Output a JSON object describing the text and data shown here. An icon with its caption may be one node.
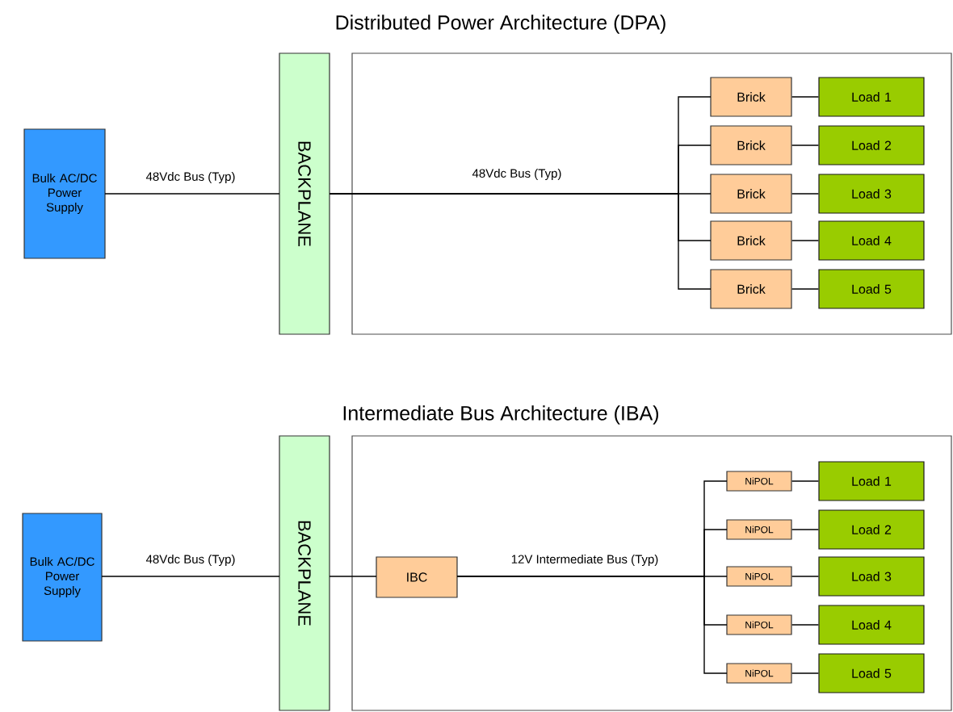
{
  "diagram": {
    "nodes": [
      {
        "text": [
          "Bulk AC/DC Power Supply"
        ]
      },
      {
        "text": [
          "BACKPLANE"
        ]
      },
      {
        "text": [
          "Distributed Power Architecture (DPA)"
        ]
      },
      {
        "text": [
          "Brick"
        ],
        "in": 2
      },
      {
        "text": [
          "Brick"
        ],
        "in": 2
      },
      {
        "text": [
          "Brick"
        ],
        "in": 2
      },
      {
        "text": [
          "Brick"
        ],
        "in": 2
      },
      {
        "text": [
          "Brick"
        ],
        "in": 2
      },
      {
        "text": [
          "Load 1"
        ],
        "in": 2
      },
      {
        "text": [
          "Load 2"
        ],
        "in": 2
      },
      {
        "text": [
          "Load 3"
        ],
        "in": 2
      },
      {
        "text": [
          "Load 4"
        ],
        "in": 2
      },
      {
        "text": [
          "Load 5"
        ],
        "in": 2
      },
      {
        "text": [
          "Bulk AC/DC Power Supply"
        ]
      },
      {
        "text": [
          "BACKPLANE"
        ]
      },
      {
        "text": [
          "Intermediate Bus Architecture (IBA)"
        ]
      },
      {
        "text": [
          "IBC"
        ],
        "in": 15
      },
      {
        "text": [
          "NiPOL"
        ],
        "in": 15
      },
      {
        "text": [
          "NiPOL"
        ],
        "in": 15
      },
      {
        "text": [
          "NiPOL"
        ],
        "in": 15
      },
      {
        "text": [
          "NiPOL"
        ],
        "in": 15
      },
      {
        "text": [
          "NiPOL"
        ],
        "in": 15
      },
      {
        "text": [
          "Load 1"
        ],
        "in": 15
      },
      {
        "text": [
          "Load 2"
        ],
        "in": 15
      },
      {
        "text": [
          "Load 3"
        ],
        "in": 15
      },
      {
        "text": [
          "Load 4"
        ],
        "in": 15
      },
      {
        "text": [
          "Load 5"
        ],
        "in": 15
      }
    ],
    "edges": [
      {
        "from": 0,
        "to": 1,
        "arrow": "none",
        "label": "48Vdc Bus (Typ)"
      },
      {
        "from": 1,
        "to": 3,
        "arrow": "none"
      },
      {
        "from": 1,
        "to": 4,
        "arrow": "none"
      },
      {
        "from": 1,
        "to": 5,
        "arrow": "none",
        "label": "48Vdc Bus (Typ)"
      },
      {
        "from": 1,
        "to": 6,
        "arrow": "none"
      },
      {
        "from": 1,
        "to": 7,
        "arrow": "none"
      },
      {
        "from": 3,
        "to": 8,
        "arrow": "none"
      },
      {
        "from": 4,
        "to": 9,
        "arrow": "none"
      },
      {
        "from": 5,
        "to": 10,
        "arrow": "none"
      },
      {
        "from": 6,
        "to": 11,
        "arrow": "none"
      },
      {
        "from": 7,
        "to": 12,
        "arrow": "none"
      },
      {
        "from": 13,
        "to": 14,
        "arrow": "none",
        "label": "48Vdc Bus (Typ)"
      },
      {
        "from": 14,
        "to": 16,
        "arrow": "none"
      },
      {
        "from": 16,
        "to": 17,
        "arrow": "none"
      },
      {
        "from": 16,
        "to": 18,
        "arrow": "none"
      },
      {
        "from": 16,
        "to": 19,
        "arrow": "none",
        "label": "12V Intermediate Bus (Typ)"
      },
      {
        "from": 16,
        "to": 20,
        "arrow": "none"
      },
      {
        "from": 16,
        "to": 21,
        "arrow": "none"
      },
      {
        "from": 17,
        "to": 22,
        "arrow": "none"
      },
      {
        "from": 18,
        "to": 23,
        "arrow": "none"
      },
      {
        "from": 19,
        "to": 24,
        "arrow": "none"
      },
      {
        "from": 20,
        "to": 25,
        "arrow": "none"
      },
      {
        "from": 21,
        "to": 26,
        "arrow": "none"
      }
    ]
  }
}
